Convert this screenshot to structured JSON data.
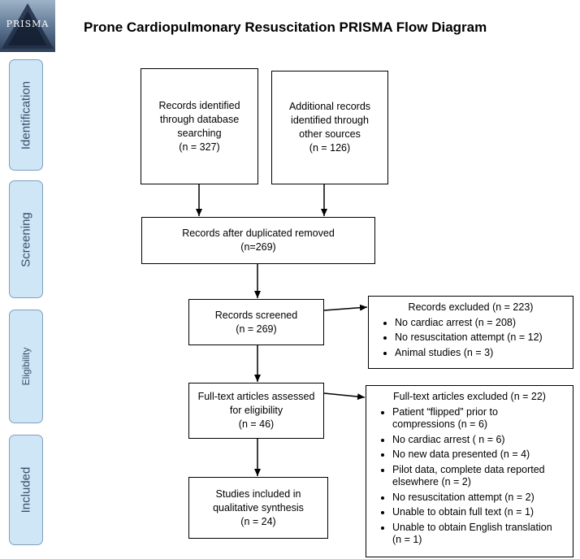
{
  "logo": {
    "text": "PRISMA"
  },
  "title": "Prone Cardiopulmonary Resuscitation PRISMA Flow Diagram",
  "stages": [
    "Identification",
    "Screening",
    "Eligibility",
    "Included"
  ],
  "boxes": {
    "database": [
      "Records identified",
      "through database",
      "searching",
      "(n =  327)"
    ],
    "other": [
      "Additional records",
      "identified through",
      "other sources",
      "(n =  126)"
    ],
    "dedup": [
      "Records after duplicated removed",
      "(n=269)"
    ],
    "screened": [
      "Records screened",
      "(n = 269)"
    ],
    "fulltext": [
      "Full-text articles assessed",
      "for eligibility",
      "(n = 46)"
    ],
    "included": [
      "Studies included in",
      "qualitative synthesis",
      "(n = 24)"
    ]
  },
  "excluded_records": {
    "header": "Records excluded (n = 223)",
    "items": [
      "No cardiac arrest (n = 208)",
      "No resuscitation attempt (n = 12)",
      "Animal studies (n = 3)"
    ]
  },
  "excluded_fulltext": {
    "header": "Full-text articles excluded (n = 22)",
    "items": [
      [
        "Patient “flipped” prior to",
        "compressions (n = 6)"
      ],
      [
        "No cardiac arrest ( n = 6)"
      ],
      [
        "No new data presented (n = 4)"
      ],
      [
        "Pilot data, complete data reported",
        "elsewhere (n = 2)"
      ],
      [
        "No resuscitation attempt (n = 2)"
      ],
      [
        "Unable to obtain full text (n = 1)"
      ],
      [
        "Unable to obtain English translation",
        "(n = 1)"
      ]
    ]
  }
}
